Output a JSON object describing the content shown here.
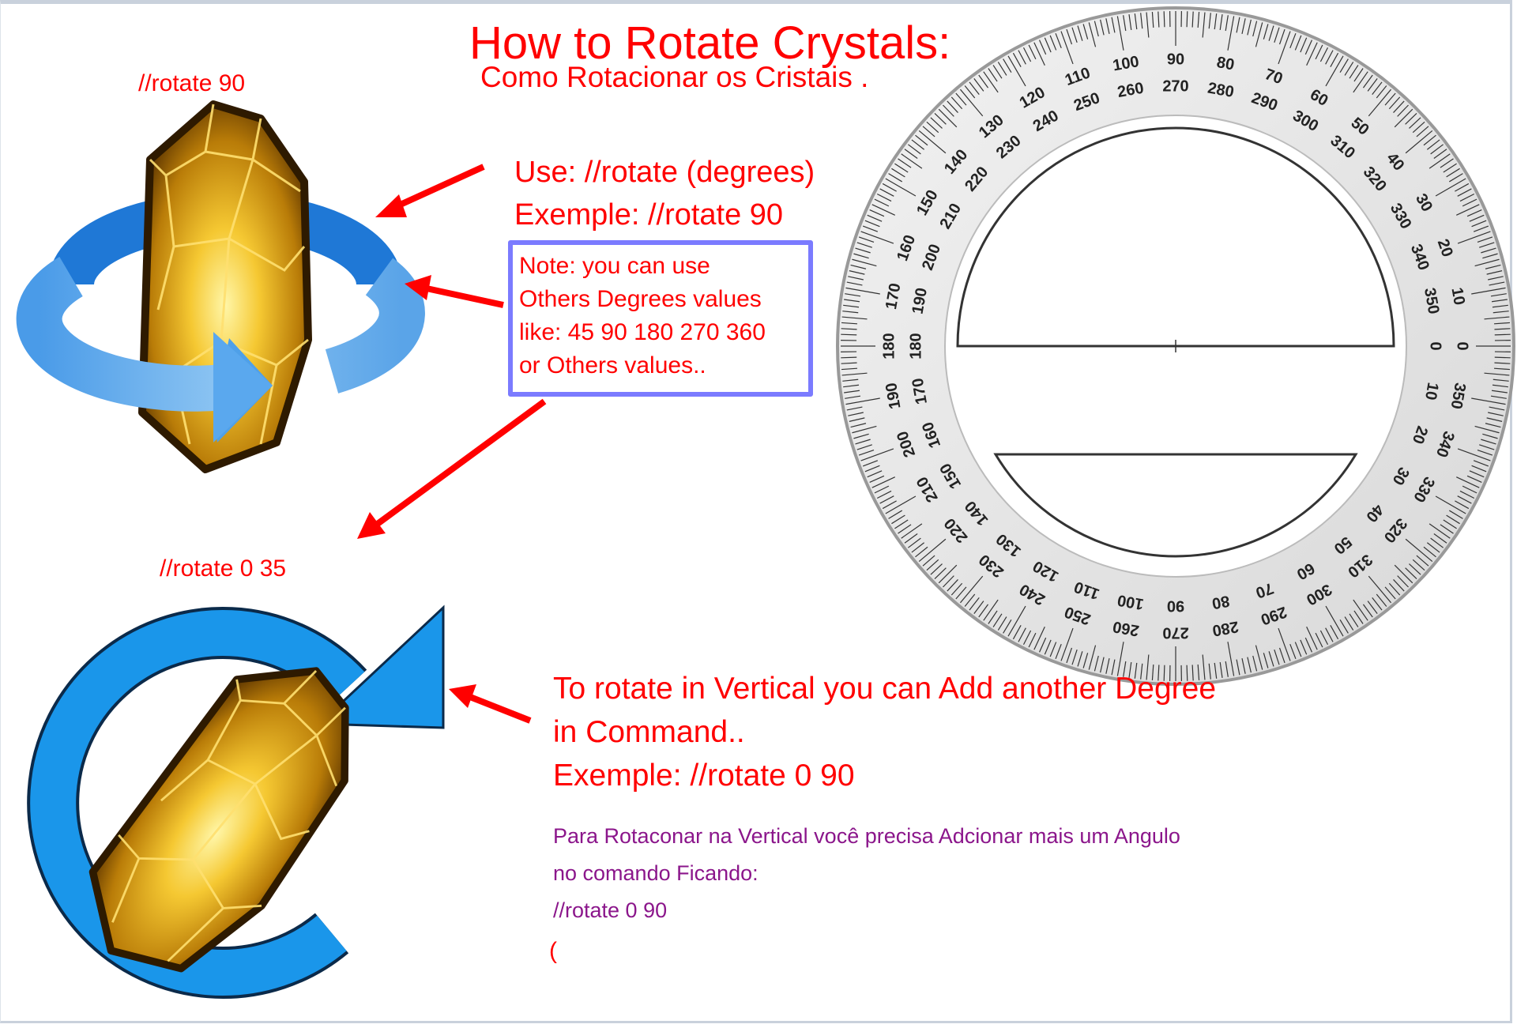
{
  "title": "How to Rotate Crystals:",
  "subtitle": "Como Rotacionar os Cristais .",
  "example1_label": "//rotate 90",
  "usage": "Use: //rotate (degrees)",
  "usage_example": "Exemple: //rotate 90",
  "note": {
    "lines": [
      "Note: you can use",
      "Others Degrees values",
      "like: 45 90 180 270 360",
      "or Others values.."
    ],
    "border_color": "#7b7bff"
  },
  "example2_label": "//rotate 0 35",
  "vertical": {
    "lines": [
      "To rotate in Vertical you can Add another Degree",
      "in Command..",
      "Exemple: //rotate 0 90"
    ]
  },
  "portuguese": {
    "lines": [
      "Para Rotaconar na Vertical você precisa Adcionar mais um Angulo",
      "no comando Ficando:",
      "//rotate 0 90"
    ],
    "color": "#8b168b"
  },
  "stray_char": "(",
  "colors": {
    "text": "#ff0000",
    "arrow": "#ff0000",
    "rotate_arrow": "#1a96ea",
    "crystal": "#e8b020"
  },
  "icons": [
    "crystal-icon",
    "rotate-band-icon",
    "circular-rotate-arrow-icon",
    "protractor-icon"
  ],
  "protractor": {
    "outer_labels": [
      0,
      10,
      20,
      30,
      40,
      50,
      60,
      70,
      80,
      90,
      100,
      110,
      120,
      130,
      140,
      150,
      160,
      170,
      180,
      190,
      200,
      210,
      220,
      230,
      240,
      250,
      260,
      270,
      280,
      290,
      300,
      310,
      320,
      330,
      340,
      350
    ],
    "inner_labels": [
      0,
      350,
      340,
      330,
      320,
      310,
      300,
      290,
      280,
      270,
      260,
      250,
      240,
      230,
      220,
      210,
      200,
      190,
      180,
      170,
      160,
      150,
      140,
      130,
      120,
      110,
      100,
      90,
      80,
      70,
      60,
      50,
      40,
      30,
      20,
      10
    ]
  }
}
